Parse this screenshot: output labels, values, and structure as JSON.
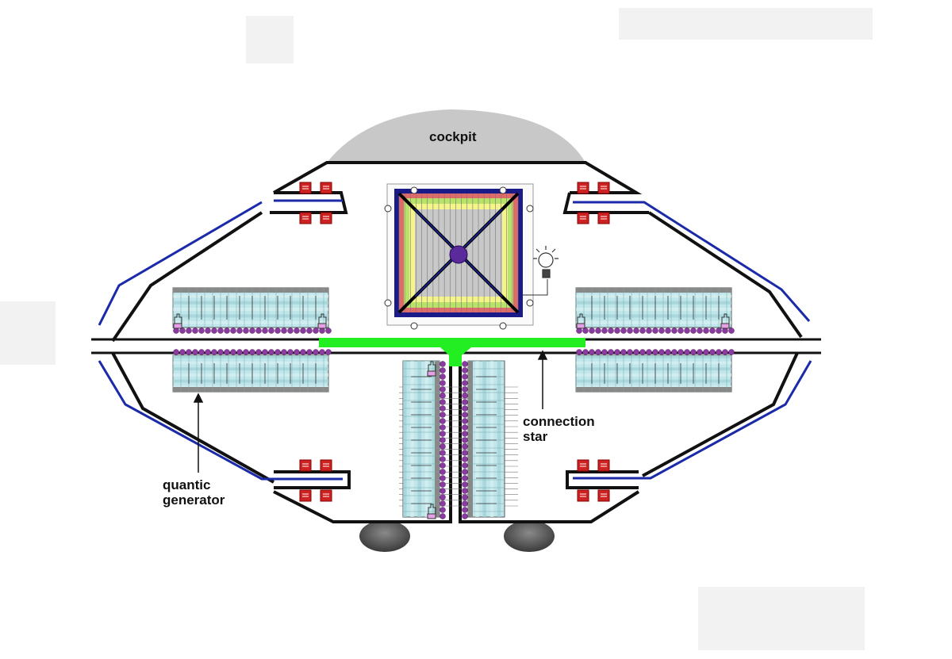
{
  "labels": {
    "cockpit": "cockpit",
    "connection_star": [
      "connection",
      "star"
    ],
    "quantic_generator": [
      "quantic",
      "generator"
    ]
  },
  "colors": {
    "hull_outline": "#111111",
    "cockpit_dome": "#c8c8c8",
    "energy_conduit": "#1a2aa8",
    "connection_star": "#22ee22",
    "thruster_block": "#cc2222",
    "generator_rail": "#8a3aa0",
    "generator_cells": "#bfe6ea",
    "core_frame": "#1a1a88",
    "core_core": "#5a2a9a",
    "landing_pad": "#555555"
  },
  "icons": [
    "light-bulb-icon",
    "hand-icon"
  ]
}
